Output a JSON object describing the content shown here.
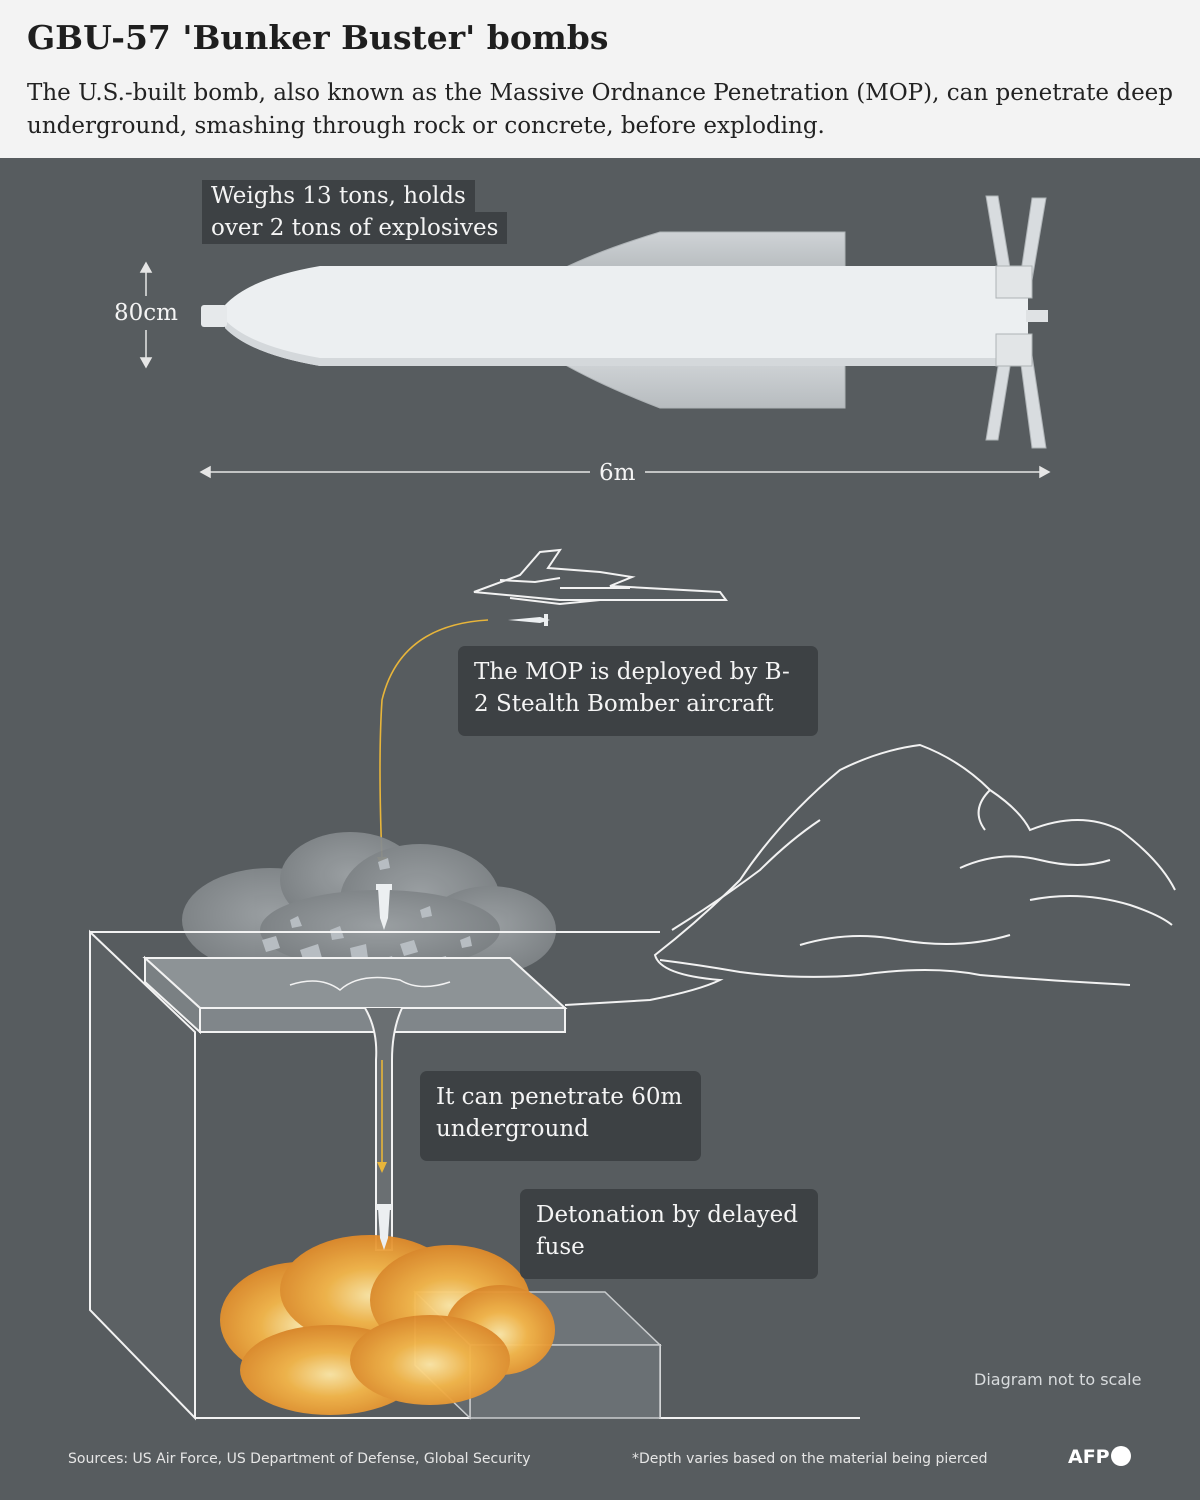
{
  "header": {
    "title": "GBU-57 'Bunker Buster' bombs",
    "subtitle": "The U.S.-built bomb, also known as the Massive Ordnance Penetration (MOP), can penetrate deep underground, smashing through rock or concrete, before exploding."
  },
  "bomb": {
    "weight_label_line1": "Weighs 13 tons, holds",
    "weight_label_line2": "over 2 tons of explosives",
    "diameter_label": "80cm",
    "length_label": "6m"
  },
  "callouts": {
    "deploy": "The MOP is deployed by B-2 Stealth Bomber aircraft",
    "penetrate": "It can penetrate 60m underground",
    "detonate": "Detonation by delayed fuse"
  },
  "notes": {
    "not_to_scale": "Diagram not to scale",
    "sources": "Sources: US Air Force, US Department of Defense, Global Security",
    "depth_note": "*Depth varies based on the material being pierced",
    "logo": "AFP"
  },
  "colors": {
    "background": "#575c5f",
    "header_bg": "#f3f3f3",
    "callout_bg": "#3d4144",
    "arrow": "#e8b53a",
    "bomb": "#eceff1"
  }
}
